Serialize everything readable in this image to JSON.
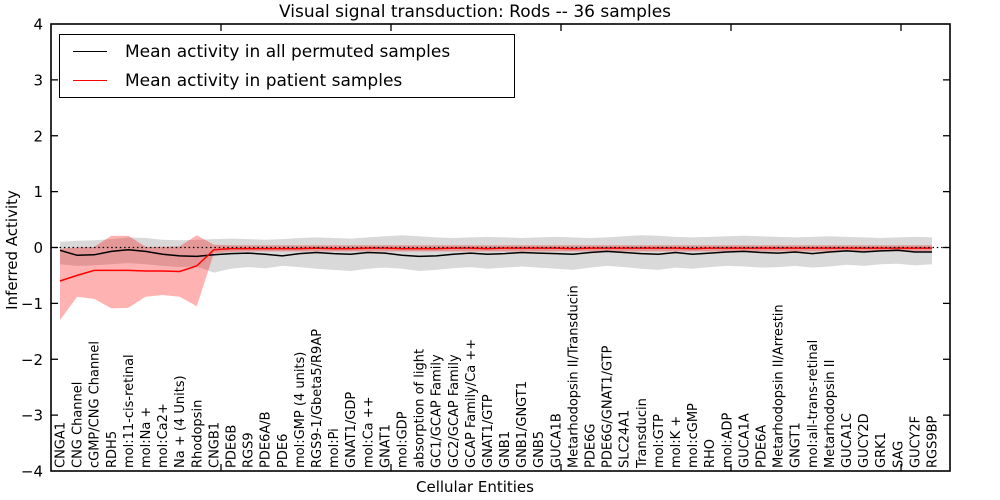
{
  "title": "Visual signal transduction: Rods -- 36 samples",
  "axes": {
    "y_label": "Inferred Activity",
    "x_label": "Cellular Entities",
    "y_tick_labels": [
      "4",
      "3",
      "2",
      "1",
      "0",
      "−1",
      "−2",
      "−3",
      "−4"
    ],
    "y_tick_values": [
      4,
      3,
      2,
      1,
      0,
      -1,
      -2,
      -3,
      -4
    ]
  },
  "colors": {
    "frame": "#000000",
    "zero_line": "#000000",
    "permuted_line": "#000000",
    "patient_line": "#ff0000",
    "permuted_band": "rgba(0,0,0,0.15)",
    "patient_band": "rgba(255,0,0,0.30)"
  },
  "chart_data": {
    "type": "line",
    "title": "Visual signal transduction: Rods -- 36 samples",
    "xlabel": "Cellular Entities",
    "ylabel": "Inferred Activity",
    "ylim": [
      -4,
      4
    ],
    "grid": false,
    "legend_position": "upper left",
    "zero_reference_line": 0,
    "categories": [
      "CNGA1",
      "CNG Channel",
      "cGMP/CNG Channel",
      "RDH5",
      "mol:11-cis-retinal",
      "mol:Na +",
      "mol:Ca2+",
      "Na + (4 Units)",
      "Rhodopsin",
      "CNGB1",
      "PDE6B",
      "RGS9",
      "PDE6A/B",
      "PDE6",
      "mol:GMP (4 units)",
      "RGS9-1/Gbeta5/R9AP",
      "mol:Pi",
      "GNAT1/GDP",
      "mol:Ca ++",
      "GNAT1",
      "mol:GDP",
      "absorption of light",
      "GC1/GCAP Family",
      "GC2/GCAP Family",
      "GCAP Family/Ca ++",
      "GNAT1/GTP",
      "GNB1",
      "GNB1/GNGT1",
      "GNB5",
      "GUCA1B",
      "Metarhodopsin II/Transducin",
      "PDE6G",
      "PDE6G/GNAT1/GTP",
      "SLC24A1",
      "Transducin",
      "mol:GTP",
      "mol:K +",
      "mol:cGMP",
      "RHO",
      "mol:ADP",
      "GUCA1A",
      "PDE6A",
      "Metarhodopsin II/Arrestin",
      "GNGT1",
      "mol:all-trans-retinal",
      "Metarhodopsin II",
      "GUCA1C",
      "GUCY2D",
      "GRK1",
      "SAG",
      "GUCY2F",
      "RGS9BP"
    ],
    "series": [
      {
        "name": "Mean activity in all permuted samples",
        "color": "#000000",
        "band_color": "rgba(0,0,0,0.15)",
        "values": [
          -0.05,
          -0.14,
          -0.13,
          -0.07,
          -0.04,
          -0.07,
          -0.12,
          -0.15,
          -0.16,
          -0.13,
          -0.11,
          -0.1,
          -0.12,
          -0.15,
          -0.11,
          -0.09,
          -0.11,
          -0.12,
          -0.09,
          -0.1,
          -0.14,
          -0.16,
          -0.15,
          -0.12,
          -0.1,
          -0.12,
          -0.11,
          -0.09,
          -0.1,
          -0.11,
          -0.12,
          -0.09,
          -0.07,
          -0.09,
          -0.11,
          -0.12,
          -0.09,
          -0.12,
          -0.1,
          -0.08,
          -0.07,
          -0.09,
          -0.1,
          -0.08,
          -0.11,
          -0.08,
          -0.06,
          -0.08,
          -0.06,
          -0.05,
          -0.08,
          -0.08
        ],
        "band_upper": [
          0.1,
          0.12,
          0.13,
          0.15,
          0.18,
          0.17,
          0.14,
          0.13,
          0.14,
          0.15,
          0.16,
          0.15,
          0.14,
          0.15,
          0.17,
          0.18,
          0.17,
          0.16,
          0.18,
          0.2,
          0.22,
          0.2,
          0.18,
          0.17,
          0.18,
          0.19,
          0.18,
          0.17,
          0.18,
          0.19,
          0.18,
          0.17,
          0.18,
          0.2,
          0.22,
          0.21,
          0.19,
          0.18,
          0.19,
          0.2,
          0.21,
          0.2,
          0.19,
          0.18,
          0.19,
          0.2,
          0.19,
          0.18,
          0.17,
          0.18,
          0.19,
          0.18
        ],
        "band_lower": [
          -0.3,
          -0.33,
          -0.32,
          -0.3,
          -0.28,
          -0.3,
          -0.33,
          -0.35,
          -0.34,
          -0.45,
          -0.38,
          -0.35,
          -0.37,
          -0.33,
          -0.35,
          -0.38,
          -0.4,
          -0.42,
          -0.38,
          -0.36,
          -0.38,
          -0.42,
          -0.4,
          -0.37,
          -0.35,
          -0.38,
          -0.36,
          -0.34,
          -0.36,
          -0.38,
          -0.4,
          -0.36,
          -0.33,
          -0.35,
          -0.38,
          -0.4,
          -0.36,
          -0.38,
          -0.35,
          -0.33,
          -0.34,
          -0.36,
          -0.35,
          -0.33,
          -0.36,
          -0.34,
          -0.31,
          -0.33,
          -0.3,
          -0.29,
          -0.32,
          -0.3
        ]
      },
      {
        "name": "Mean activity in patient samples",
        "color": "#ff0000",
        "band_color": "rgba(255,0,0,0.30)",
        "values": [
          -0.6,
          -0.5,
          -0.41,
          -0.41,
          -0.41,
          -0.42,
          -0.42,
          -0.43,
          -0.33,
          -0.04,
          -0.02,
          -0.02,
          -0.02,
          -0.02,
          -0.02,
          -0.01,
          -0.02,
          -0.02,
          -0.01,
          -0.01,
          -0.02,
          -0.02,
          -0.02,
          -0.01,
          -0.01,
          -0.02,
          -0.01,
          -0.01,
          -0.01,
          -0.01,
          -0.02,
          -0.01,
          -0.01,
          -0.01,
          -0.01,
          -0.01,
          -0.01,
          -0.02,
          -0.01,
          -0.01,
          -0.01,
          -0.01,
          -0.01,
          -0.01,
          -0.01,
          -0.01,
          -0.01,
          -0.01,
          -0.01,
          -0.01,
          -0.01,
          -0.01
        ],
        "band_upper": [
          -0.02,
          0.0,
          0.01,
          0.21,
          0.21,
          0.01,
          0.01,
          0.02,
          0.22,
          0.05,
          0.04,
          0.04,
          0.04,
          0.04,
          0.04,
          0.04,
          0.04,
          0.04,
          0.04,
          0.04,
          0.04,
          0.04,
          0.04,
          0.04,
          0.04,
          0.04,
          0.04,
          0.04,
          0.04,
          0.04,
          0.04,
          0.04,
          0.04,
          0.04,
          0.04,
          0.04,
          0.04,
          0.04,
          0.04,
          0.04,
          0.04,
          0.04,
          0.04,
          0.04,
          0.04,
          0.04,
          0.04,
          0.04,
          0.04,
          0.04,
          0.04,
          0.04
        ],
        "band_lower": [
          -1.3,
          -0.88,
          -0.92,
          -1.09,
          -1.08,
          -0.88,
          -0.85,
          -0.88,
          -1.05,
          -0.1,
          -0.08,
          -0.07,
          -0.07,
          -0.07,
          -0.07,
          -0.07,
          -0.07,
          -0.07,
          -0.07,
          -0.07,
          -0.07,
          -0.07,
          -0.07,
          -0.07,
          -0.07,
          -0.07,
          -0.07,
          -0.07,
          -0.07,
          -0.07,
          -0.07,
          -0.07,
          -0.07,
          -0.07,
          -0.07,
          -0.07,
          -0.07,
          -0.07,
          -0.07,
          -0.07,
          -0.07,
          -0.07,
          -0.07,
          -0.07,
          -0.07,
          -0.07,
          -0.07,
          -0.07,
          -0.07,
          -0.07,
          -0.07,
          -0.07
        ]
      }
    ]
  }
}
